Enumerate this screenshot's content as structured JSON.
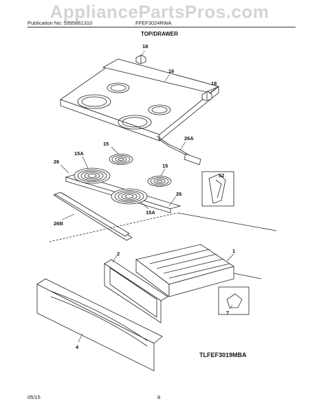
{
  "watermark": "AppliancePartsPros.com",
  "header": {
    "publication": "Publication No: 5995661310",
    "model": "FFEF3024RWA"
  },
  "section_title": "TOP/DRAWER",
  "parts": {
    "p18a": "18",
    "p18b": "18",
    "p16": "16",
    "p15a": "15",
    "p15b": "15",
    "p15A1": "15A",
    "p15A2": "15A",
    "p26a": "26",
    "p26b": "26",
    "p26A": "26A",
    "p26B": "26B",
    "p52": "52",
    "p1": "1",
    "p2": "2",
    "p4": "4",
    "p7": "7"
  },
  "illustration_code": "TLFEF3019MBA",
  "footer": {
    "date": "05/15",
    "page": "8"
  }
}
